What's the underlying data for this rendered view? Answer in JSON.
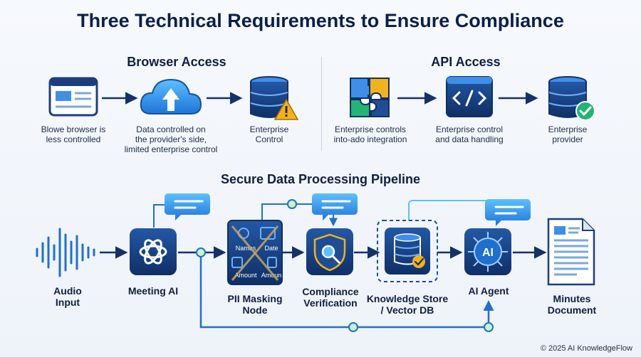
{
  "title": "Three Technical Requirements to Ensure Compliance",
  "browser_access": {
    "heading": "Browser Access",
    "steps": [
      {
        "icon": "browser-window-icon",
        "caption_line1": "Blowe browser is",
        "caption_line2": "less controlled",
        "caption_line3": ""
      },
      {
        "icon": "cloud-upload-icon",
        "caption_line1": "Data controlled on",
        "caption_line2": "the provider's side,",
        "caption_line3": "limited enterprise control"
      },
      {
        "icon": "database-warning-icon",
        "caption_line1": "Enterprise",
        "caption_line2": "Control",
        "caption_line3": ""
      }
    ]
  },
  "api_access": {
    "heading": "API Access",
    "steps": [
      {
        "icon": "puzzle-icon",
        "caption_line1": "Enterprise controls",
        "caption_line2": "into-ado integration"
      },
      {
        "icon": "code-window-icon",
        "caption_line1": "Enterprise control",
        "caption_line2": "and data handling"
      },
      {
        "icon": "database-check-icon",
        "caption_line1": "Enterprise",
        "caption_line2": "provider"
      }
    ]
  },
  "pipeline": {
    "heading": "Secure Data Processing Pipeline",
    "nodes": [
      {
        "icon": "audio-wave-icon",
        "label_line1": "Audio",
        "label_line2": "Input"
      },
      {
        "icon": "openai-icon",
        "label_line1": "Meeting AI",
        "label_line2": ""
      },
      {
        "icon": "pii-mask-icon",
        "label_line1": "PII Masking",
        "label_line2": "Node"
      },
      {
        "icon": "shield-search-icon",
        "label_line1": "Compliance",
        "label_line2": "Verification"
      },
      {
        "icon": "vector-db-icon",
        "label_line1": "Knowledge Store",
        "label_line2": "/ Vector DB"
      },
      {
        "icon": "ai-agent-icon",
        "label_line1": "AI Agent",
        "label_line2": ""
      },
      {
        "icon": "document-icon",
        "label_line1": "Minutes",
        "label_line2": "Document"
      }
    ],
    "pii_fields": [
      "Names",
      "Date",
      "Amount",
      "Amoun"
    ],
    "ai_badge": "AI"
  },
  "footer": "© 2025 AI KnowledgeFlow",
  "colors": {
    "navy": "#0f2f66",
    "blue": "#1f6fd1",
    "sky": "#3aa0f0",
    "warn": "#f2b21c",
    "ok": "#22b573",
    "node_dot": "#9be88f"
  }
}
